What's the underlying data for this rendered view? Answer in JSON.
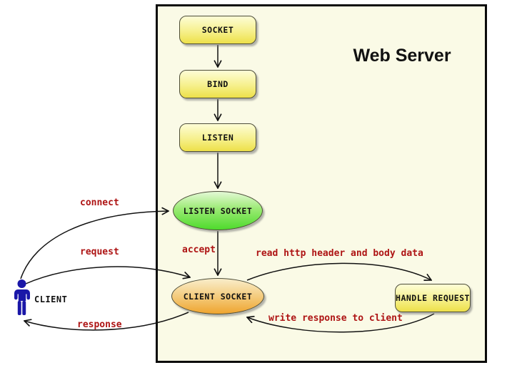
{
  "title": "Web Server",
  "nodes": {
    "socket": {
      "label": "SOCKET"
    },
    "bind": {
      "label": "BIND"
    },
    "listen": {
      "label": "LISTEN"
    },
    "listen_socket": {
      "label": "LISTEN SOCKET"
    },
    "client_socket": {
      "label": "CLIENT SOCKET"
    },
    "handle_request": {
      "label": "HANDLE REQUEST"
    },
    "client": {
      "label": "CLIENT"
    }
  },
  "edge_labels": {
    "connect": "connect",
    "request": "request",
    "response": "response",
    "accept": "accept",
    "read_http": "read http header and body data",
    "write_response": "write response to client"
  },
  "icons": {
    "client_person": "person-icon"
  },
  "colors": {
    "canvas": "#ffffff",
    "server_background": "#FAFAE6",
    "server_border": "#0a0a0a",
    "yellow_node_top": "#FDFDD6",
    "yellow_node_bottom": "#EDE049",
    "green_node_top": "#E4F9D6",
    "green_node_bottom": "#4EDB2C",
    "orange_node_top": "#F9EDCA",
    "orange_node_bottom": "#EFA52F",
    "node_border": "#4D4D39",
    "node_text": "#111111",
    "edge_label_text": "#AE1414",
    "arrow_stroke": "#111111",
    "client_icon_blue": "#1A17A8"
  }
}
